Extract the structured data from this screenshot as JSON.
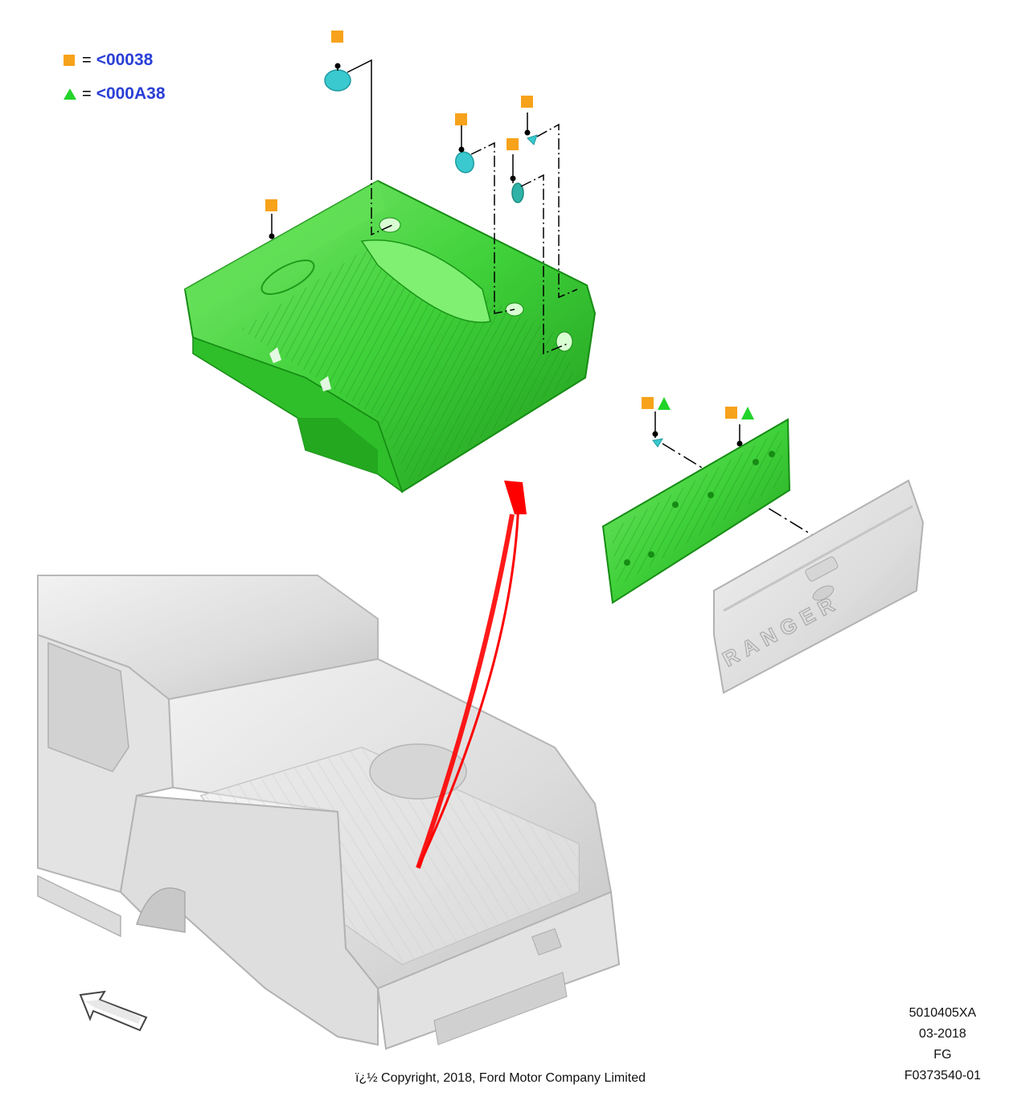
{
  "legend": [
    {
      "symbol": "orange-square",
      "equals": "=",
      "code": "<00038"
    },
    {
      "symbol": "green-triangle",
      "equals": "=",
      "code": "<000A38"
    }
  ],
  "colors": {
    "orange_marker": "#f7a21b",
    "green_marker": "#22d42a",
    "part_green": "#3fd13a",
    "part_green_dark": "#1f9a1c",
    "plug_cyan": "#39c9cf",
    "legend_code_blue": "#2a3fd6",
    "arrow_red": "#ff0000",
    "truck_gray": "#e6e6e6"
  },
  "tailgate_lettering": "RANGER",
  "copyright": "ï¿½ Copyright, 2018, Ford Motor Company Limited",
  "stamp": {
    "code": "5010405XA",
    "date": "03-2018",
    "region": "FG",
    "figure": "F0373540-01"
  }
}
